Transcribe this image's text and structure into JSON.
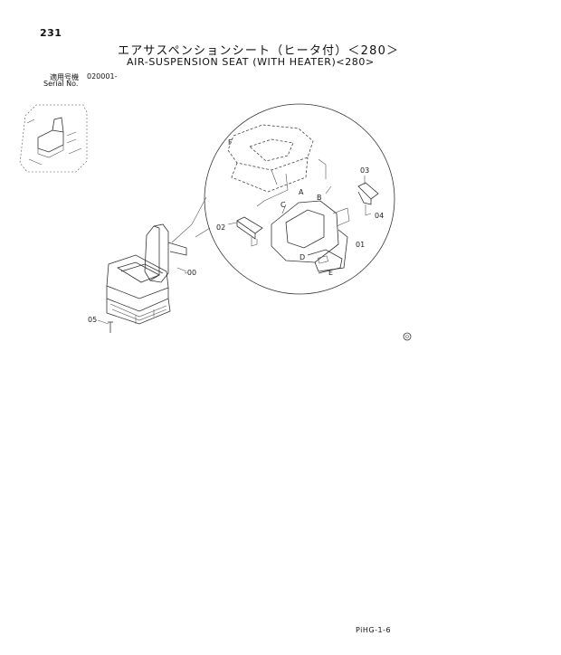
{
  "page": {
    "number": "231",
    "title_jp": "エアサスペンションシート（ヒータ付）＜280＞",
    "title_en": "AIR-SUSPENSION SEAT (WITH HEATER)<280>",
    "serial_label_jp": "適用号機",
    "serial_value": "020001-",
    "serial_label_en": "Serial No.",
    "footer_code": "PiHG-1-6"
  },
  "callouts": {
    "c00": "-00",
    "c01": "01",
    "c02": "02",
    "c03": "03",
    "c04": "04",
    "c05": "05",
    "a": "A",
    "b": "B",
    "c": "C",
    "d": "D",
    "e": "E",
    "f": "F"
  }
}
